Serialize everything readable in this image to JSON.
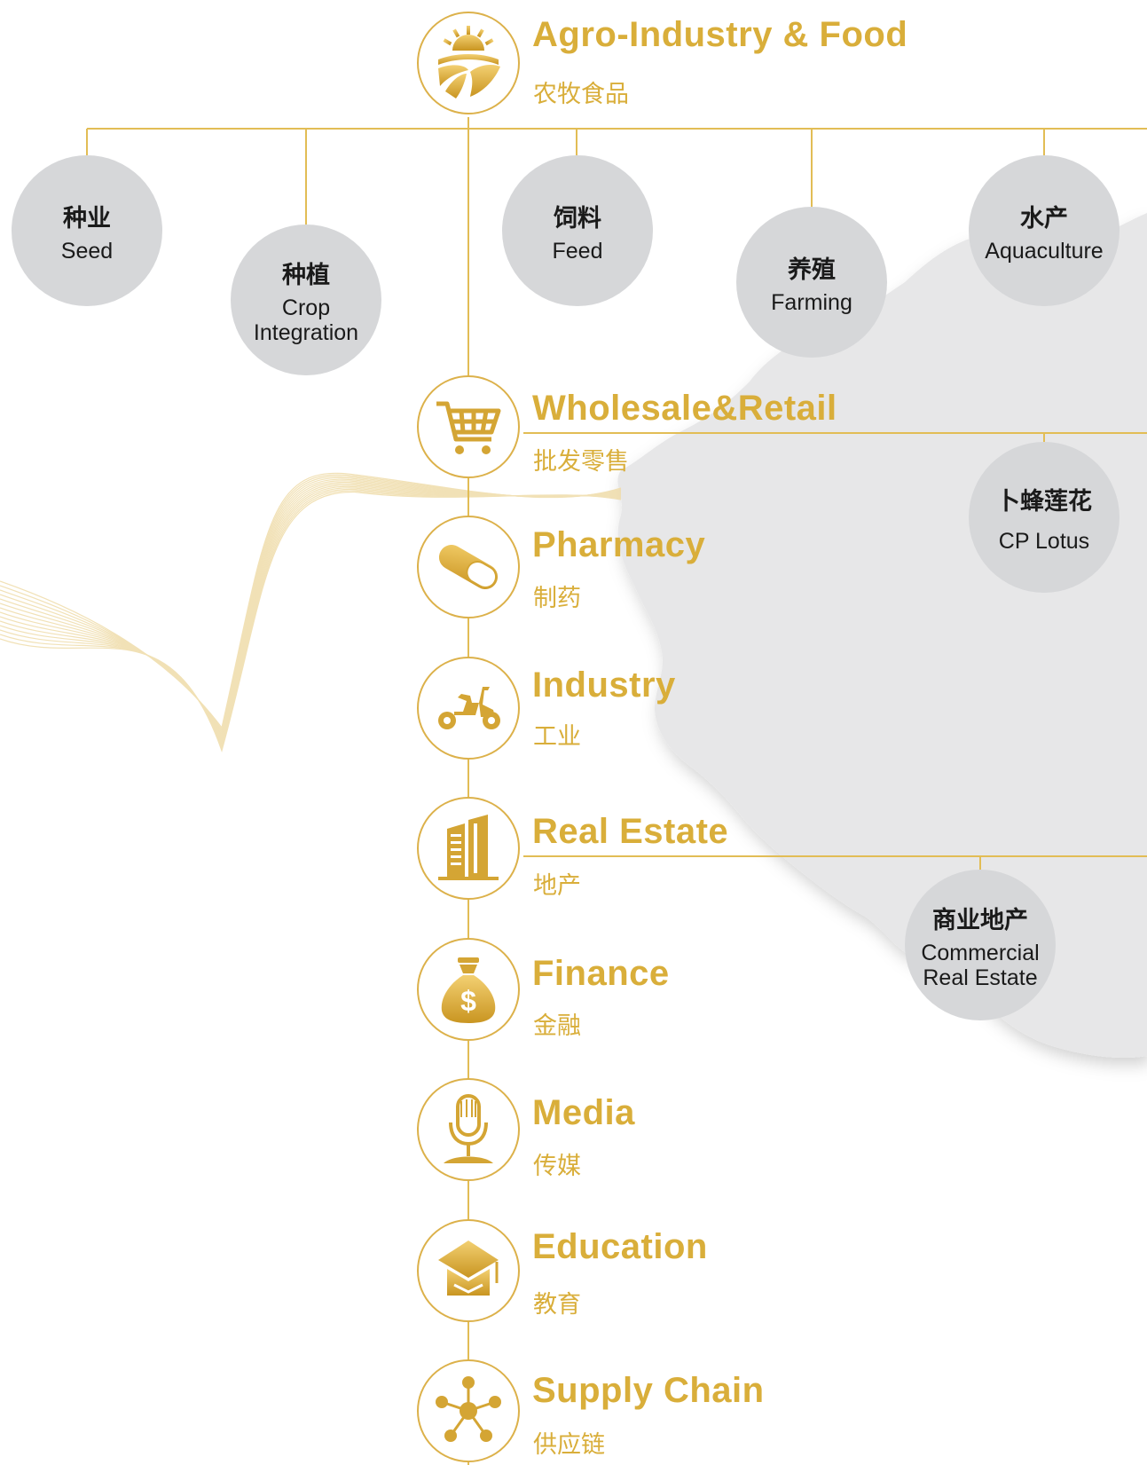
{
  "colors": {
    "gold": "#d9ae3a",
    "line": "#e2bd55",
    "bubble": "#d6d7d9",
    "map": "#e6e6e7"
  },
  "sectors": [
    {
      "en": "Agro-Industry & Food",
      "cn": "农牧食品",
      "icon": "sunrise-field-icon"
    },
    {
      "en": "Wholesale&Retail",
      "cn": "批发零售",
      "icon": "shopping-cart-icon"
    },
    {
      "en": "Pharmacy",
      "cn": "制药",
      "icon": "pill-capsule-icon"
    },
    {
      "en": "Industry",
      "cn": "工业",
      "icon": "scooter-icon"
    },
    {
      "en": "Real Estate",
      "cn": "地产",
      "icon": "building-icon"
    },
    {
      "en": "Finance",
      "cn": "金融",
      "icon": "money-bag-icon"
    },
    {
      "en": "Media",
      "cn": "传媒",
      "icon": "microphone-icon"
    },
    {
      "en": "Education",
      "cn": "教育",
      "icon": "graduation-cap-icon"
    },
    {
      "en": "Supply Chain",
      "cn": "供应链",
      "icon": "network-nodes-icon"
    }
  ],
  "agro_subs": [
    {
      "cn": "种业",
      "en": "Seed"
    },
    {
      "cn": "种植",
      "en": "Crop Integration"
    },
    {
      "cn": "饲料",
      "en": "Feed"
    },
    {
      "cn": "养殖",
      "en": "Farming"
    },
    {
      "cn": "水产",
      "en": "Aquaculture"
    }
  ],
  "retail_subs": [
    {
      "cn": "卜蜂莲花",
      "en": "CP Lotus"
    }
  ],
  "realestate_subs": [
    {
      "cn": "商业地产",
      "en": "Commercial Real Estate"
    }
  ]
}
